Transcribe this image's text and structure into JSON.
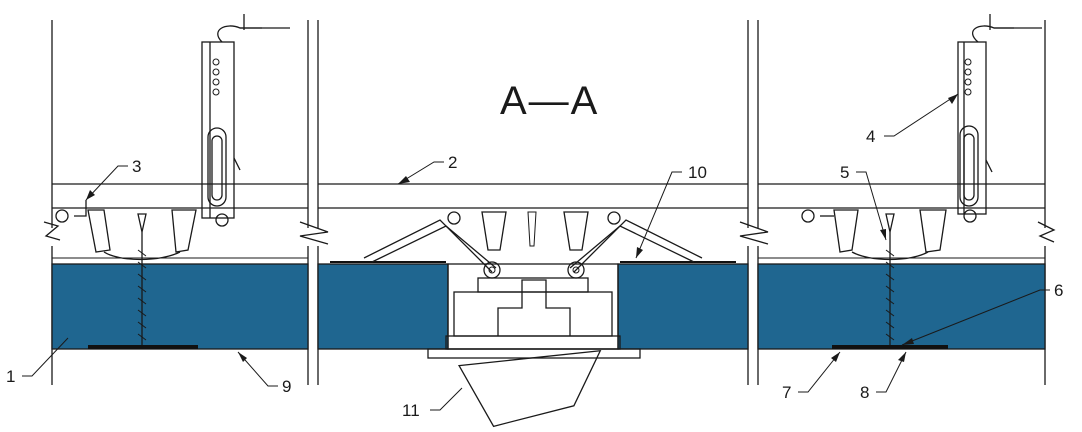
{
  "section_title": "A—A",
  "colors": {
    "insulation_fill": "#1f6690",
    "line": "#1a1a1a",
    "background": "#ffffff"
  },
  "callouts": [
    {
      "id": "1",
      "label": "1"
    },
    {
      "id": "2",
      "label": "2"
    },
    {
      "id": "3",
      "label": "3"
    },
    {
      "id": "4",
      "label": "4"
    },
    {
      "id": "5",
      "label": "5"
    },
    {
      "id": "6",
      "label": "6"
    },
    {
      "id": "7",
      "label": "7"
    },
    {
      "id": "8",
      "label": "8"
    },
    {
      "id": "9",
      "label": "9"
    },
    {
      "id": "10",
      "label": "10"
    },
    {
      "id": "11",
      "label": "11"
    }
  ]
}
